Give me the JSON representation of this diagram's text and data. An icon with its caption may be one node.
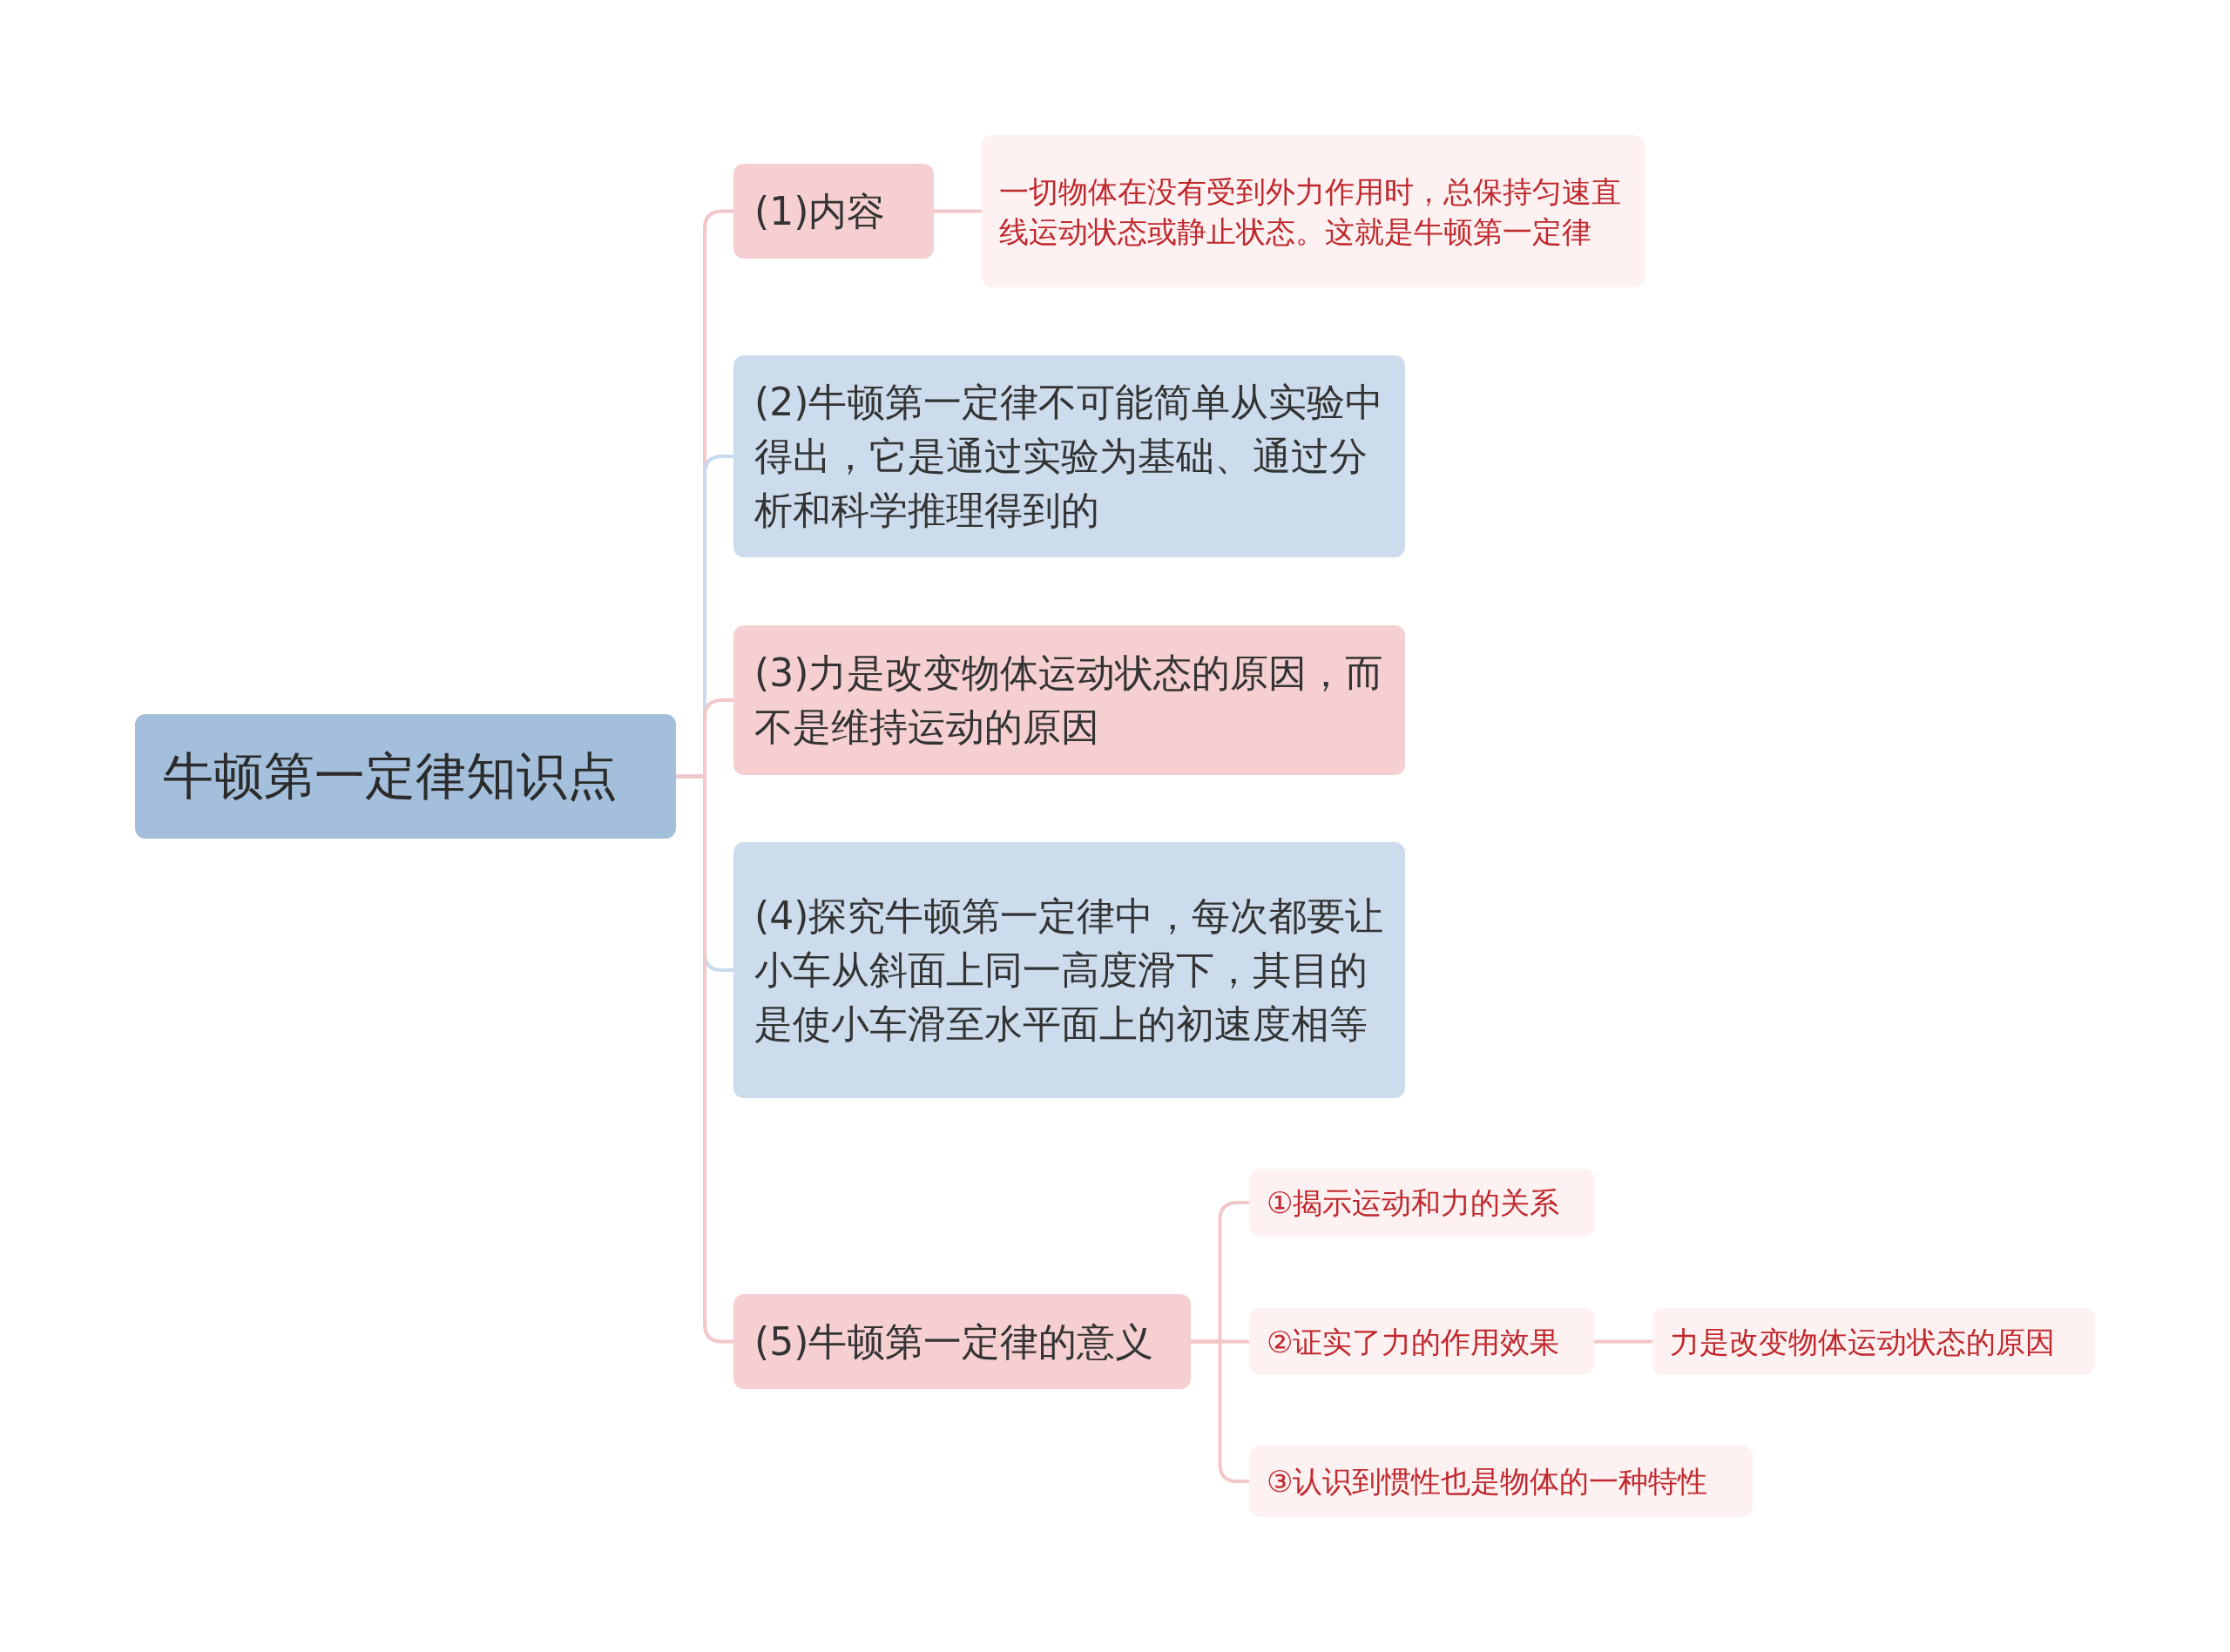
{
  "diagram": {
    "nodes": [
      {
        "text": [
          "牛顿第一定律知识点"
        ]
      },
      {
        "text": [
          "(1)内容"
        ]
      },
      {
        "text": [
          "一切物体在没有受到外力作用时，总保持匀速直线运动状态或静止状态。这就是牛顿第一定律"
        ]
      },
      {
        "text": [
          "(2)牛顿第一定律不可能简单从实验中得出，它是通过实验为基础、通过分析和科学推理得到的"
        ]
      },
      {
        "text": [
          "(3)力是改变物体运动状态的原因，而不是维持运动的原因"
        ]
      },
      {
        "text": [
          "(4)探究牛顿第一定律中，每次都要让小车从斜面上同一高度滑下，其目的是使小车滑至水平面上的初速度相等"
        ]
      },
      {
        "text": [
          "(5)牛顿第一定律的意义"
        ]
      },
      {
        "text": [
          "①揭示运动和力的关系"
        ]
      },
      {
        "text": [
          "②证实了力的作用效果"
        ]
      },
      {
        "text": [
          "力是改变物体运动状态的原因"
        ]
      },
      {
        "text": [
          "③认识到惯性也是物体的一种特性"
        ]
      }
    ],
    "edges": [
      {
        "from": 0,
        "to": 1,
        "arrow": "none"
      },
      {
        "from": 0,
        "to": 3,
        "arrow": "none",
        "color": "#c9dbee"
      },
      {
        "from": 0,
        "to": 4,
        "arrow": "none"
      },
      {
        "from": 0,
        "to": 5,
        "arrow": "none",
        "color": "#c9dbee"
      },
      {
        "from": 0,
        "to": 6,
        "arrow": "none"
      },
      {
        "from": 1,
        "to": 2,
        "arrow": "none"
      },
      {
        "from": 6,
        "to": 7,
        "arrow": "none"
      },
      {
        "from": 6,
        "to": 8,
        "arrow": "none"
      },
      {
        "from": 8,
        "to": 9,
        "arrow": "none"
      },
      {
        "from": 6,
        "to": 10,
        "arrow": "none"
      }
    ]
  }
}
